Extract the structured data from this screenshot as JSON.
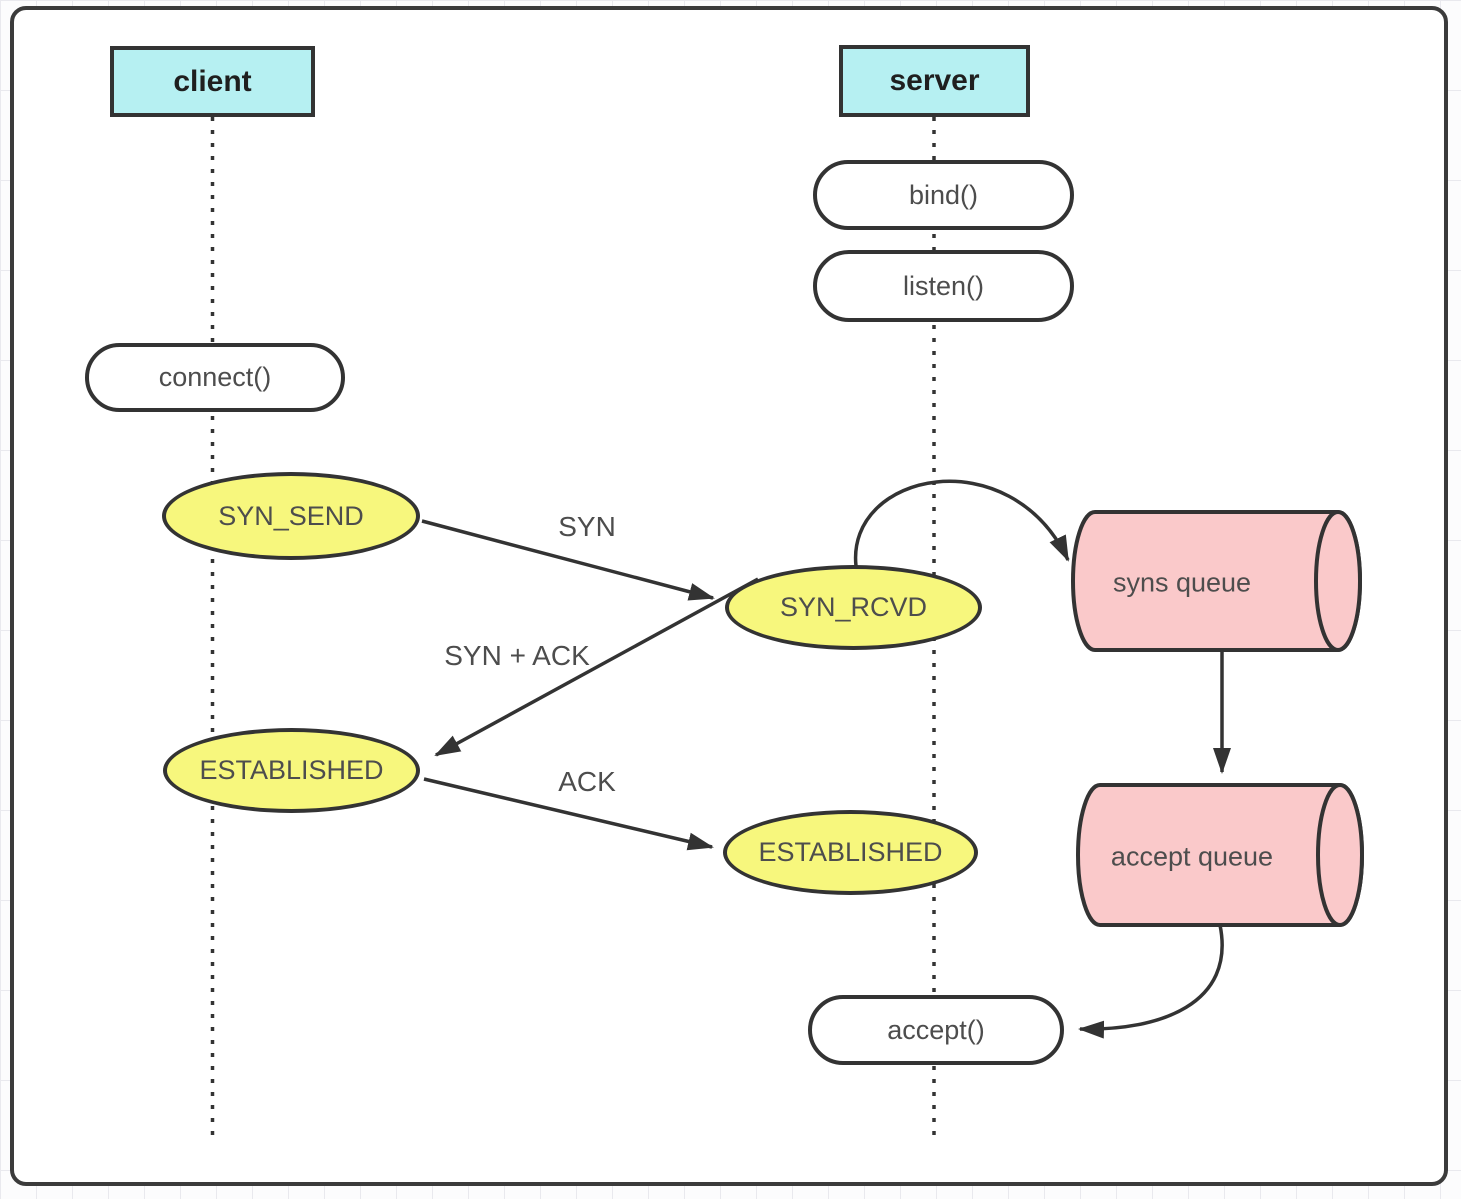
{
  "actors": {
    "client": "client",
    "server": "server"
  },
  "calls": {
    "bind": "bind()",
    "listen": "listen()",
    "connect": "connect()",
    "accept": "accept()"
  },
  "states": {
    "syn_send": "SYN_SEND",
    "syn_rcvd": "SYN_RCVD",
    "established_client": "ESTABLISHED",
    "established_server": "ESTABLISHED"
  },
  "queues": {
    "syns": "syns queue",
    "accept": "accept queue"
  },
  "messages": {
    "syn": "SYN",
    "syn_ack": "SYN + ACK",
    "ack": "ACK"
  },
  "colors": {
    "actor_fill": "#b6f0f2",
    "state_fill": "#f7f77d",
    "queue_fill": "#fac9ca",
    "call_fill": "#ffffff",
    "stroke": "#333333",
    "text": "#4d4d4d",
    "header_text": "#1f1f1f"
  }
}
